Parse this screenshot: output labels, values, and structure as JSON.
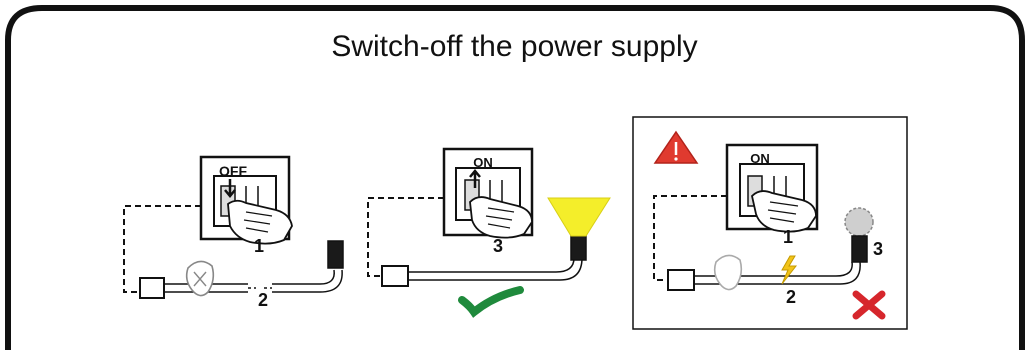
{
  "title": "Switch-off the power supply",
  "colors": {
    "frame": "#111111",
    "lamp_yellow": "#f4ee2a",
    "check_green": "#1f8a3c",
    "cross_red": "#d6262c",
    "warning_red": "#e03a2f",
    "spark_yellow": "#f2c318"
  },
  "steps": [
    {
      "switch_label": "OFF",
      "labels": [
        "1",
        "2"
      ]
    },
    {
      "switch_label": "ON",
      "labels": [
        "3"
      ],
      "lamp": "lit",
      "result": "check-icon"
    },
    {
      "switch_label": "ON",
      "labels": [
        "1",
        "2",
        "3"
      ],
      "lamp": "unlit",
      "result": "cross-icon",
      "warning": "warning-icon",
      "spark": "lightning-icon"
    }
  ]
}
